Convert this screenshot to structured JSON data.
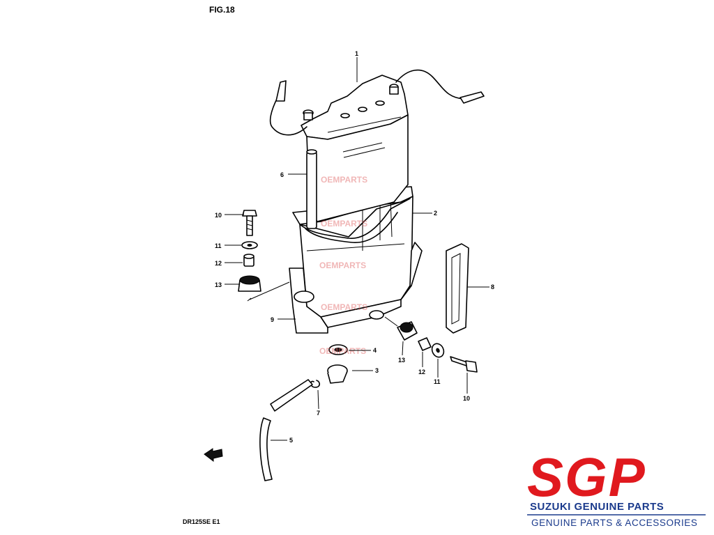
{
  "figure": {
    "title": "FIG.18",
    "model": "DR125SE E1"
  },
  "callouts": [
    {
      "id": "1",
      "label": "1"
    },
    {
      "id": "2",
      "label": "2"
    },
    {
      "id": "3",
      "label": "3"
    },
    {
      "id": "4",
      "label": "4"
    },
    {
      "id": "5",
      "label": "5"
    },
    {
      "id": "6",
      "label": "6"
    },
    {
      "id": "7",
      "label": "7"
    },
    {
      "id": "8",
      "label": "8"
    },
    {
      "id": "9",
      "label": "9"
    },
    {
      "id": "10a",
      "label": "10"
    },
    {
      "id": "11a",
      "label": "11"
    },
    {
      "id": "12a",
      "label": "12"
    },
    {
      "id": "13a",
      "label": "13"
    },
    {
      "id": "10b",
      "label": "10"
    },
    {
      "id": "11b",
      "label": "11"
    },
    {
      "id": "12b",
      "label": "12"
    },
    {
      "id": "13b",
      "label": "13"
    }
  ],
  "watermark": "OEMPARTS",
  "logo": {
    "letters": "SGP",
    "line1": "SUZUKI GENUINE PARTS",
    "line2": "GENUINE PARTS & ACCESSORIES",
    "color_red": "#e0191e",
    "color_blue": "#1a3a8c"
  }
}
